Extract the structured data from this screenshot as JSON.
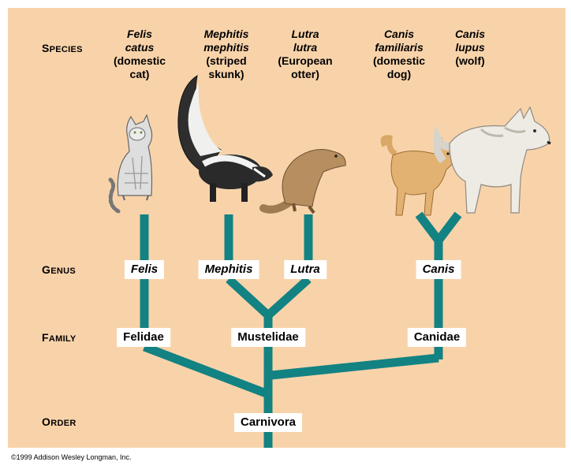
{
  "ranks": {
    "species": {
      "first": "S",
      "rest": "PECIES"
    },
    "genus": {
      "first": "G",
      "rest": "ENUS"
    },
    "family": {
      "first": "F",
      "rest": "AMILY"
    },
    "order": {
      "first": "O",
      "rest": "RDER"
    }
  },
  "species": [
    {
      "sci1": "Felis",
      "sci2": "catus",
      "com1": "(domestic",
      "com2": "cat)"
    },
    {
      "sci1": "Mephitis",
      "sci2": "mephitis",
      "com1": "(striped",
      "com2": "skunk)"
    },
    {
      "sci1": "Lutra",
      "sci2": "lutra",
      "com1": "(European",
      "com2": "otter)"
    },
    {
      "sci1": "Canis",
      "sci2": "familiaris",
      "com1": "(domestic",
      "com2": "dog)"
    },
    {
      "sci1": "Canis",
      "sci2": "lupus",
      "com1": "(wolf)",
      "com2": ""
    }
  ],
  "genera": [
    "Felis",
    "Mephitis",
    "Lutra",
    "Canis"
  ],
  "families": [
    "Felidae",
    "Mustelidae",
    "Canidae"
  ],
  "order": "Carnivora",
  "copyright": "©1999 Addison Wesley Longman, Inc.",
  "colors": {
    "background": "#f8d3aa",
    "branch": "#138282"
  },
  "animals": [
    "cat-icon",
    "skunk-icon",
    "otter-icon",
    "dog-icon",
    "wolf-icon"
  ]
}
